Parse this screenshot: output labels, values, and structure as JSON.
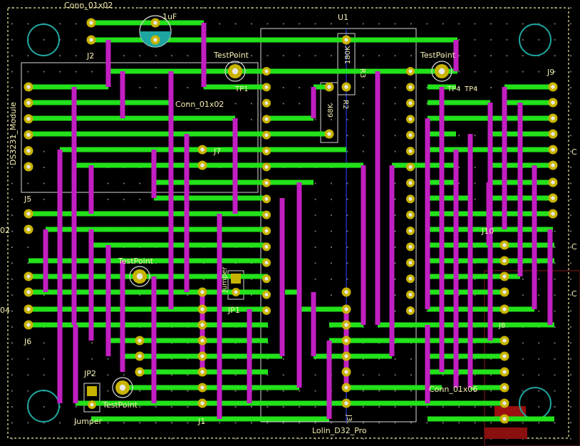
{
  "colors": {
    "background": "#000000",
    "front_copper": "#22e21a",
    "back_copper": "#c11fc1",
    "pad": "#c8b400",
    "pad_hole": "#e8e8e8",
    "silkscreen": "#f2ecb0",
    "mounting_hole": "#1fa59f",
    "outline": "#c8c080",
    "via": "#9a9a9a"
  },
  "labels": {
    "conn_top": "Conn_01x02",
    "cap_value": "1uF",
    "j2": "J2",
    "testpoint_top": "TestPoint",
    "tp1": "TP1",
    "conn_mid": "Conn_01x02",
    "j7": "J7",
    "ds3231": "DS3231_Module",
    "j5": "J5",
    "side_02": "02",
    "side_04": "04",
    "j6": "J6",
    "testpoint_left": "TestPoint",
    "jumper_small": "Jumper",
    "jp1": "JP1",
    "jp2": "JP2",
    "testpoint_bottom": "TestPoint",
    "jumper": "Jumper",
    "j1": "J1",
    "u1": "U1",
    "r_top": "180K",
    "r3": "R3",
    "r_mid": "68K",
    "r2": "R2",
    "testpoint_right": "TestPoint",
    "tp4": "TP4",
    "tp4b": "TP4",
    "j9": "J9",
    "j10": "J10",
    "j8": "J8",
    "conn_01x06": "Conn_01x06",
    "lolin": "Lolin_D32_Pro",
    "c_right1": "C",
    "c_right2": "C",
    "c_right3": "C",
    "j3": "J3"
  }
}
